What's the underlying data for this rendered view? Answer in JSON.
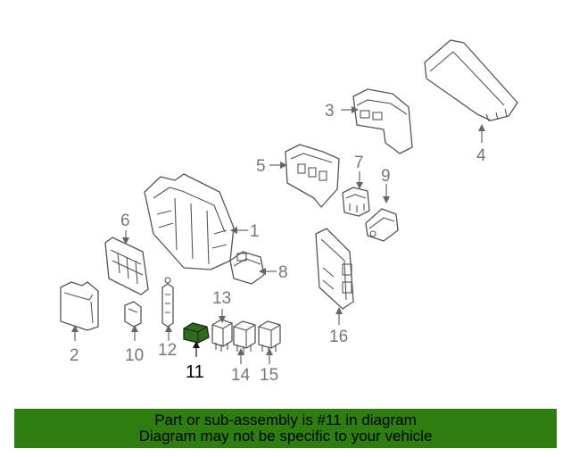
{
  "diagram": {
    "highlight_color": "#2e6b1c",
    "callouts": {
      "c1": "1",
      "c2": "2",
      "c3": "3",
      "c4": "4",
      "c5": "5",
      "c6": "6",
      "c7": "7",
      "c8": "8",
      "c9": "9",
      "c10": "10",
      "c11": "11",
      "c12": "12",
      "c13": "13",
      "c14": "14",
      "c15": "15",
      "c16": "16"
    },
    "highlighted_part": "11"
  },
  "banner": {
    "background": "#2e7d0f",
    "line1": "Part or sub-assembly is #11 in diagram",
    "line2": "Diagram may not be specific to your vehicle"
  }
}
